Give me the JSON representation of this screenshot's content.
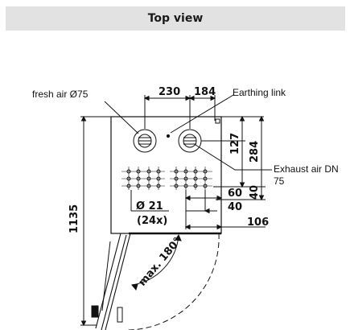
{
  "header": {
    "title": "Top view"
  },
  "labels": {
    "fresh_air": "fresh air Ø75",
    "earthing_link": "Earthing link",
    "exhaust_air_line1": "Exhaust air DN",
    "exhaust_air_line2": "75"
  },
  "dimensions": {
    "d230": "230",
    "d184": "184",
    "d127": "127",
    "d284": "284",
    "d40_right": "40",
    "d60": "60",
    "d40_mid": "40",
    "d106": "106",
    "d1135": "1135",
    "hole_diameter": "Ø 21",
    "hole_count": "(24x)",
    "door_swing": "max. 180°"
  }
}
